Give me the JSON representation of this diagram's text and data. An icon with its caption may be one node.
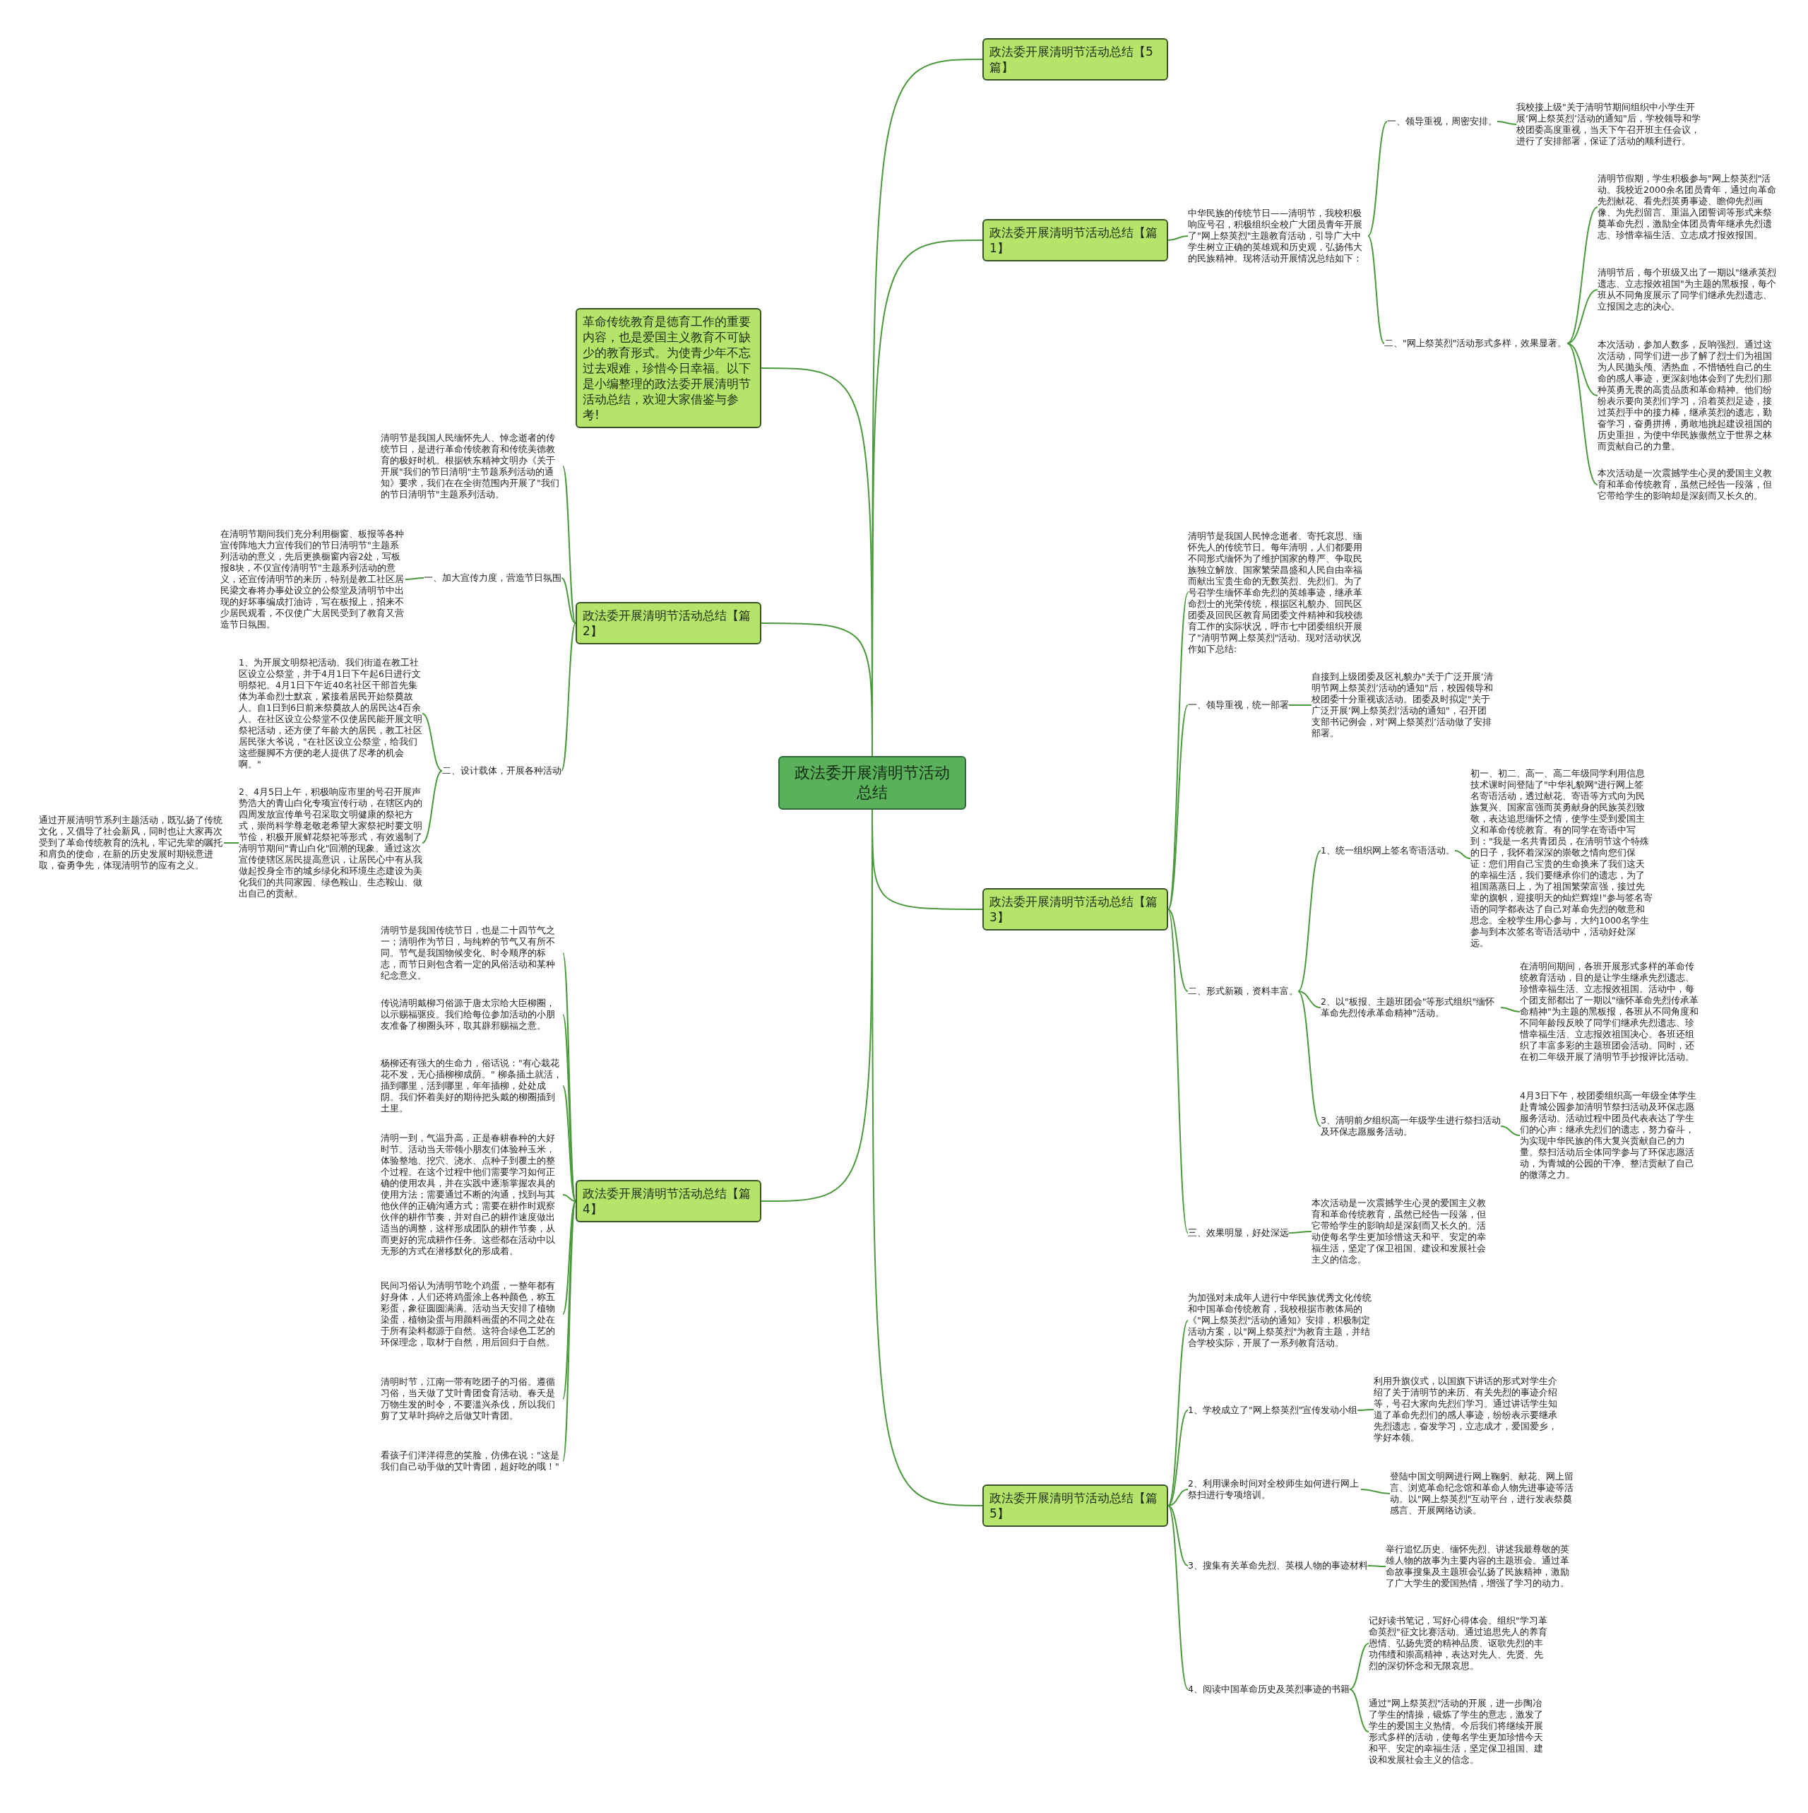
{
  "diagram": {
    "nodes": [
      {
        "text": [
          "政法委开展清明节活动总结"
        ]
      },
      {
        "text": [
          "政法委开展清明节活动总结【5篇】"
        ]
      },
      {
        "text": [
          "革命传统教育是德育工作的重要内容，也是爱国主义教育不可缺少的教育形式。为使青少年不忘过去艰难，珍惜今日幸福。以下是小编整理的政法委开展清明节活动总结，欢迎大家借鉴与参考!"
        ]
      },
      {
        "text": [
          "政法委开展清明节活动总结【篇1】"
        ]
      },
      {
        "text": [
          "中华民族的传统节日——清明节，我校积极响应号召，积极组织全校广大团员青年开展了\"网上祭英烈\"主题教育活动，引导广大中学生树立正确的英雄观和历史观，弘扬伟大的民族精神。现将活动开展情况总结如下："
        ]
      },
      {
        "text": [
          "一、领导重视，周密安排。"
        ]
      },
      {
        "text": [
          "我校接上级\"关于清明节期间组织中小学生开展‘网上祭英烈’活动的通知\"后，学校领导和学校团委高度重视，当天下午召开班主任会议，进行了安排部署，保证了活动的顺利进行。"
        ]
      },
      {
        "text": [
          "二、\"网上祭英烈\"活动形式多样，效果显著。"
        ]
      },
      {
        "text": [
          "清明节假期，学生积极参与\"网上祭英烈\"活动。我校近2000余名团员青年，通过向革命先烈献花、看先烈英勇事迹、瞻仰先烈画像、为先烈留言、重温入团誓词等形式来祭奠革命先烈，激励全体团员青年继承先烈遗志、珍惜幸福生活、立志成才报效报国。"
        ]
      },
      {
        "text": [
          "清明节后，每个班级又出了一期以\"继承英烈遗志、立志报效祖国\"为主题的黑板报，每个班从不同角度展示了同学们继承先烈遗志、立报国之志的决心。"
        ]
      },
      {
        "text": [
          "本次活动，参加人数多，反响强烈。通过这次活动，同学们进一步了解了烈士们为祖国为人民抛头颅、洒热血，不惜牺牲自己的生命的感人事迹，更深刻地体会到了先烈们那种英勇无畏的高贵品质和革命精神。他们纷纷表示要向英烈们学习，沿着英烈足迹，接过英烈手中的接力棒，继承英烈的遗志，勤奋学习，奋勇拼搏，勇敢地挑起建设祖国的历史重担，为使中华民族傲然立于世界之林而贡献自己的力量。"
        ]
      },
      {
        "text": [
          "本次活动是一次震撼学生心灵的爱国主义教育和革命传统教育，虽然已经告一段落，但它带给学生的影响却是深刻而又长久的。"
        ]
      },
      {
        "text": [
          "政法委开展清明节活动总结【篇2】"
        ]
      },
      {
        "text": [
          "清明节是我国人民缅怀先人、悼念逝者的传统节日，是进行革命传统教育和传统美德教育的极好时机。根据铁东精神文明办《关于开展\"我们的节日清明\"主节题系列活动的通知》要求，我们在在全街范围内开展了\"我们的节日清明节\"主题系列活动。"
        ]
      },
      {
        "text": [
          "一、加大宣传力度，营造节日氛围"
        ]
      },
      {
        "text": [
          "在清明节期间我们充分利用橱窗、板报等各种宣传阵地大力宣传我们的节日清明节\"主题系列活动的意义，先后更换橱窗内容2处，写板报8块，不仅宣传清明节\"主题系列活动的意义，还宣传清明节的来历，特别是教工社区居民梁文春将办事处设立的公祭堂及清明节中出现的好坏事编成打油诗，写在板报上，招来不少居民观看，不仅使广大居民受到了教育又营造节日氛围。"
        ]
      },
      {
        "text": [
          "二、设计载体，开展各种活动"
        ]
      },
      {
        "text": [
          "1、为开展文明祭祀活动。我们街道在教工社区设立公祭堂，并于4月1日下午起6日进行文明祭祀。4月1日下午近40名社区干部首先集体为革命烈士默哀，紧接着居民开始祭奠故人。自1日到6日前来祭奠故人的居民达4百余人。在社区设立公祭堂不仅使居民能开展文明祭祀活动，还方便了年龄大的居民，教工社区居民张大爷说，\"在社区设立公祭堂，给我们这些腿脚不方便的老人提供了尽孝的机会啊。\""
        ]
      },
      {
        "text": [
          "2、4月5日上午，积极响应市里的号召开展声势浩大的青山白化专项宣传行动，在辖区内的四周发放宣传单号召采取文明健康的祭祀方式，崇尚科学尊老敬老希望大家祭祀时要文明节俭，积极开展鲜花祭祀等形式，有效遏制了清明节期间\"青山白化\"回潮的现象。通过这次宣传使辖区居民提高意识，让居民心中有从我做起投身全市的城乡绿化和环境生态建设为美化我们的共同家园、绿色鞍山、生态鞍山、做出自己的贡献。"
        ]
      },
      {
        "text": [
          "通过开展清明节系列主题活动，既弘扬了传统文化，又倡导了社会新风，同时也让大家再次受到了革命传统教育的洗礼，牢记先辈的嘱托和肩负的使命，在新的历史发展时期锐意进取，奋勇争先，体现清明节的应有之义。"
        ]
      },
      {
        "text": [
          "政法委开展清明节活动总结【篇3】"
        ]
      },
      {
        "text": [
          "清明节是我国人民悼念逝者、寄托哀思、缅怀先人的传统节日。每年清明，人们都要用不同形式缅怀为了维护国家的尊严、争取民族独立解放、国家繁荣昌盛和人民自由幸福而献出宝贵生命的无数英烈、先烈们。为了号召学生缅怀革命先烈的英雄事迹，继承革命烈士的光荣传统，根据区礼貌办、回民区团委及回民区教育局团委文件精神和我校德育工作的实际状况，呼市七中团委组织开展了\"清明节网上祭英烈\"活动。现对活动状况作如下总结:"
        ]
      },
      {
        "text": [
          "一、领导重视，统一部署"
        ]
      },
      {
        "text": [
          "自接到上级团委及区礼貌办\"关于广泛开展‘清明节网上祭英烈’活动的通知\"后，校园领导和校团委十分重视该活动。团委及时拟定\"关于广泛开展‘网上祭英烈’活动的通知\"，召开团支部书记例会，对‘网上祭英烈’活动做了安排部署。"
        ]
      },
      {
        "text": [
          "二、形式新颖，资料丰富。"
        ]
      },
      {
        "text": [
          "1、统一组织网上签名寄语活动。"
        ]
      },
      {
        "text": [
          "初一、初二、高一、高二年级同学利用信息技术课时间登陆了\"中华礼貌网\"进行网上签名寄语活动，透过献花、寄语等方式向为民族复兴、国家富强而英勇献身的民族英烈致敬，表达追思缅怀之情，使学生受到爱国主义和革命传统教育。有的同学在寄语中写到：\"我是一名共青团员，在清明节这个特殊的日子，我怀着深深的崇敬之情向您们保证：您们用自己宝贵的生命换来了我们这天的幸福生活，我们要继承你们的遗志，为了祖国蒸蒸日上，为了祖国繁荣富强，接过先辈的旗帜，迎接明天的灿烂辉煌!\"参与签名寄语的同学都表达了自己对革命先烈的敬意和思念。全校学生用心参与，大约1000名学生参与到本次签名寄语活动中，活动好处深远。"
        ]
      },
      {
        "text": [
          "2、以\"板报、主题班团会\"等形式组织\"缅怀革命先烈传承革命精神\"活动。"
        ]
      },
      {
        "text": [
          "在清明间期间，各班开展形式多样的革命传统教育活动，目的是让学生继承先烈遗志、珍惜幸福生活、立志报效祖国。活动中，每个团支部都出了一期以\"缅怀革命先烈传承革命精神\"为主题的黑板报，各班从不同角度和不同年龄段反映了同学们继承先烈遗志、珍惜幸福生活、立志报效祖国决心。各班还组织了丰富多彩的主题班团会活动。同时，还在初二年级开展了清明节手抄报评比活动。"
        ]
      },
      {
        "text": [
          "3、清明前夕组织高一年级学生进行祭扫活动及环保志愿服务活动。"
        ]
      },
      {
        "text": [
          "4月3日下午，校团委组织高一年级全体学生赴青城公园参加清明节祭扫活动及环保志愿服务活动。活动过程中团员代表表达了学生们的心声：继承先烈们的遗志，努力奋斗，为实现中华民族的伟大复兴贡献自己的力量。祭扫活动后全体同学参与了环保志愿活动，为青城的公园的干净、整洁贡献了自己的微薄之力。"
        ]
      },
      {
        "text": [
          "三、效果明显，好处深远"
        ]
      },
      {
        "text": [
          "本次活动是一次震撼学生心灵的爱国主义教育和革命传统教育，虽然已经告一段落，但它带给学生的影响却是深刻而又长久的。活动使每名学生更加珍惜这天和平、安定的幸福生活，坚定了保卫祖国、建设和发展社会主义的信念。"
        ]
      },
      {
        "text": [
          "政法委开展清明节活动总结【篇4】"
        ]
      },
      {
        "text": [
          "清明节是我国传统节日，也是二十四节气之一；清明作为节日，与纯粹的节气又有所不同。节气是我国物候变化、时令顺序的标志，而节日则包含着一定的风俗活动和某种纪念意义。"
        ]
      },
      {
        "text": [
          "传说清明戴柳习俗源于唐太宗给大臣柳圈，以示赐福驱疫。我们给每位参加活动的小朋友准备了柳圈头环，取其辟邪赐福之意。"
        ]
      },
      {
        "text": [
          "杨柳还有强大的生命力，俗话说：\"有心栽花花不发，无心插柳柳成荫。\" 柳条插土就活，插到哪里，活到哪里，年年插柳，处处成阴。我们怀着美好的期待把头戴的柳圈插到土里。"
        ]
      },
      {
        "text": [
          "清明一到，气温升高，正是春耕春种的大好时节。活动当天带领小朋友们体验种玉米，体验整地、挖穴、浇水、点种子到覆土的整个过程。在这个过程中他们需要学习如何正确的使用农具，并在实践中逐渐掌握农具的使用方法；需要通过不断的沟通，找到与其他伙伴的正确沟通方式；需要在耕作时观察伙伴的耕作节奏，并对自己的耕作速度做出适当的调整，这样形成团队的耕作节奏，从而更好的完成耕作任务。这些都在活动中以无形的方式在潜移默化的形成着。"
        ]
      },
      {
        "text": [
          "民间习俗认为清明节吃个鸡蛋，一整年都有好身体，人们还将鸡蛋涂上各种颜色，称五彩蛋，象征圆圆满满。活动当天安排了植物染蛋，植物染蛋与用颜料画蛋的不同之处在于所有染料都源于自然。这符合绿色工艺的环保理念，取材于自然，用后回归于自然。"
        ]
      },
      {
        "text": [
          "清明时节，江南一带有吃团子的习俗。遵循习俗，当天做了艾叶青团食育活动。春天是万物生发的时令，不要滥兴杀伐，所以我们剪了艾草叶捣碎之后做艾叶青团。"
        ]
      },
      {
        "text": [
          "看孩子们洋洋得意的笑脸，仿佛在说：\"这是我们自己动手做的艾叶青团，超好吃的哦！\""
        ]
      },
      {
        "text": [
          "政法委开展清明节活动总结【篇5】"
        ]
      },
      {
        "text": [
          "为加强对未成年人进行中华民族优秀文化传统和中国革命传统教育，我校根据市教体局的《\"网上祭英烈\"活动的通知》安排，积极制定活动方案，以\"网上祭英烈\"为教育主题，并结合学校实际，开展了一系列教育活动。"
        ]
      },
      {
        "text": [
          "1、学校成立了\"网上祭英烈\"宣传发动小组"
        ]
      },
      {
        "text": [
          "利用升旗仪式，以国旗下讲话的形式对学生介绍了关于清明节的来历、有关先烈的事迹介绍等，号召大家向先烈们学习。通过讲话学生知道了革命先烈们的感人事迹，纷纷表示要继承先烈遗志，奋发学习，立志成才，爱国爱乡，学好本领。"
        ]
      },
      {
        "text": [
          "2、利用课余时间对全校师生如何进行网上祭扫进行专项培训。"
        ]
      },
      {
        "text": [
          "登陆中国文明网进行网上鞠躬、献花、网上留言、浏览革命纪念馆和革命人物先进事迹等活动。以\"网上祭英烈\"互动平台，进行发表祭奠感言、开展网络访谈。"
        ]
      },
      {
        "text": [
          "3、搜集有关革命先烈、英模人物的事迹材料"
        ]
      },
      {
        "text": [
          "举行追忆历史、缅怀先烈、讲述我最尊敬的英雄人物的故事为主要内容的主题班会。通过革命故事搜集及主题班会弘扬了民族精神，激励了广大学生的爱国热情，增强了学习的动力。"
        ]
      },
      {
        "text": [
          "4、阅读中国革命历史及英烈事迹的书籍"
        ]
      },
      {
        "text": [
          "记好读书笔记，写好心得体会。组织\"学习革命英烈\"征文比赛活动。通过追思先人的养育恩情、弘扬先贤的精神品质、讴歌先烈的丰功伟绩和崇高精神，表达对先人、先贤、先烈的深切怀念和无限哀思。"
        ]
      },
      {
        "text": [
          "通过\"网上祭英烈\"活动的开展，进一步陶冶了学生的情操，锻炼了学生的意志，激发了学生的爱国主义热情。今后我们将继续开展形式多样的活动，使每名学生更加珍惜今天和平、安定的幸福生活，坚定保卫祖国、建设和发展社会主义的信念。"
        ]
      }
    ],
    "edges": [
      {
        "from": 0,
        "to": 1,
        "arrow": "none"
      },
      {
        "from": 0,
        "to": 2,
        "arrow": "none"
      },
      {
        "from": 0,
        "to": 3,
        "arrow": "none"
      },
      {
        "from": 3,
        "to": 4,
        "arrow": "none"
      },
      {
        "from": 4,
        "to": 5,
        "arrow": "none"
      },
      {
        "from": 5,
        "to": 6,
        "arrow": "none"
      },
      {
        "from": 4,
        "to": 7,
        "arrow": "none"
      },
      {
        "from": 7,
        "to": 8,
        "arrow": "none"
      },
      {
        "from": 7,
        "to": 9,
        "arrow": "none"
      },
      {
        "from": 7,
        "to": 10,
        "arrow": "none"
      },
      {
        "from": 7,
        "to": 11,
        "arrow": "none"
      },
      {
        "from": 0,
        "to": 12,
        "arrow": "none"
      },
      {
        "from": 12,
        "to": 13,
        "arrow": "none"
      },
      {
        "from": 12,
        "to": 14,
        "arrow": "none"
      },
      {
        "from": 14,
        "to": 15,
        "arrow": "none"
      },
      {
        "from": 12,
        "to": 16,
        "arrow": "none"
      },
      {
        "from": 16,
        "to": 17,
        "arrow": "none"
      },
      {
        "from": 16,
        "to": 18,
        "arrow": "none"
      },
      {
        "from": 18,
        "to": 19,
        "arrow": "none"
      },
      {
        "from": 0,
        "to": 20,
        "arrow": "none"
      },
      {
        "from": 20,
        "to": 21,
        "arrow": "none"
      },
      {
        "from": 20,
        "to": 22,
        "arrow": "none"
      },
      {
        "from": 22,
        "to": 23,
        "arrow": "none"
      },
      {
        "from": 20,
        "to": 24,
        "arrow": "none"
      },
      {
        "from": 24,
        "to": 25,
        "arrow": "none"
      },
      {
        "from": 25,
        "to": 26,
        "arrow": "none"
      },
      {
        "from": 24,
        "to": 27,
        "arrow": "none"
      },
      {
        "from": 27,
        "to": 28,
        "arrow": "none"
      },
      {
        "from": 24,
        "to": 29,
        "arrow": "none"
      },
      {
        "from": 29,
        "to": 30,
        "arrow": "none"
      },
      {
        "from": 20,
        "to": 31,
        "arrow": "none"
      },
      {
        "from": 31,
        "to": 32,
        "arrow": "none"
      },
      {
        "from": 0,
        "to": 33,
        "arrow": "none"
      },
      {
        "from": 33,
        "to": 34,
        "arrow": "none"
      },
      {
        "from": 33,
        "to": 35,
        "arrow": "none"
      },
      {
        "from": 33,
        "to": 36,
        "arrow": "none"
      },
      {
        "from": 33,
        "to": 37,
        "arrow": "none"
      },
      {
        "from": 33,
        "to": 38,
        "arrow": "none"
      },
      {
        "from": 33,
        "to": 39,
        "arrow": "none"
      },
      {
        "from": 33,
        "to": 40,
        "arrow": "none"
      },
      {
        "from": 0,
        "to": 41,
        "arrow": "none"
      },
      {
        "from": 41,
        "to": 42,
        "arrow": "none"
      },
      {
        "from": 41,
        "to": 43,
        "arrow": "none"
      },
      {
        "from": 43,
        "to": 44,
        "arrow": "none"
      },
      {
        "from": 41,
        "to": 45,
        "arrow": "none"
      },
      {
        "from": 45,
        "to": 46,
        "arrow": "none"
      },
      {
        "from": 41,
        "to": 47,
        "arrow": "none"
      },
      {
        "from": 47,
        "to": 48,
        "arrow": "none"
      },
      {
        "from": 41,
        "to": 49,
        "arrow": "none"
      },
      {
        "from": 49,
        "to": 50,
        "arrow": "none"
      },
      {
        "from": 49,
        "to": 51,
        "arrow": "none"
      }
    ]
  }
}
